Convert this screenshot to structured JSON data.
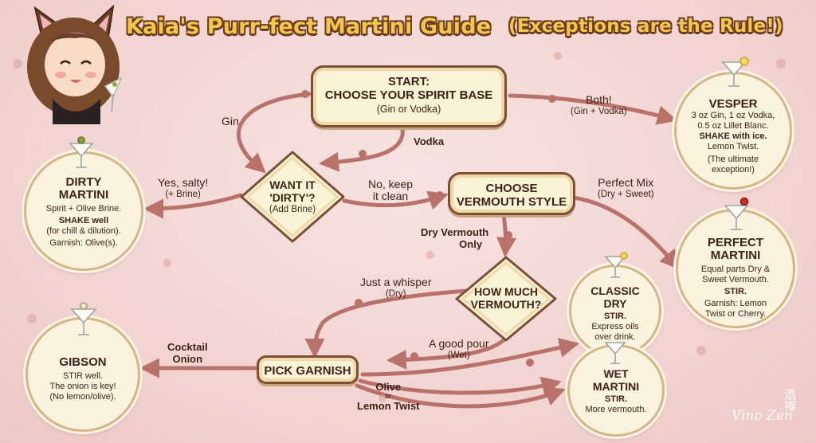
{
  "title": {
    "main": "Kaia's Purr-fect Martini Guide",
    "sub": "(Exceptions are the Rule!)"
  },
  "start": {
    "heading_line1": "START:",
    "heading_line2": "CHOOSE YOUR SPIRIT BASE",
    "note": "(Gin or Vodka)"
  },
  "edges": {
    "gin": "Gin",
    "vodka": "Vodka",
    "both": "Both!",
    "both_sub": "(Gin + Vodka)",
    "yes_salty": "Yes, salty!",
    "yes_salty_sub": "(+ Brine)",
    "no_keep_1": "No, keep",
    "no_keep_2": "it clean",
    "perfect_mix": "Perfect Mix",
    "perfect_mix_sub": "(Dry + Sweet)",
    "dry_vermouth_1": "Dry Vermouth",
    "dry_vermouth_2": "Only",
    "whisper": "Just a whisper",
    "whisper_sub": "(Dry)",
    "good_pour": "A good pour",
    "good_pour_sub": "(Wet)",
    "cocktail_onion_1": "Cocktail",
    "cocktail_onion_2": "Onion",
    "olive": "Olive",
    "or": "or",
    "lemon_twist": "Lemon Twist"
  },
  "diamond_dirty": {
    "line1": "WANT IT",
    "line2": "'DIRTY'?",
    "note": "(Add Brine)"
  },
  "vermouth_style": {
    "line1": "CHOOSE",
    "line2": "VERMOUTH STYLE"
  },
  "diamond_how_much": {
    "line1": "HOW MUCH",
    "line2": "VERMOUTH?"
  },
  "pick_garnish": {
    "label": "PICK GARNISH"
  },
  "vesper": {
    "title": "VESPER",
    "l1": "3 oz Gin, 1 oz Vodka,",
    "l2": "0.5 oz Lillet Blanc.",
    "l3": "SHAKE with ice.",
    "l4": "Lemon Twist.",
    "l5": "(The ultimate",
    "l6": "exception!)"
  },
  "dirty": {
    "title1": "DIRTY",
    "title2": "MARTINI",
    "l1": "Spirit + Olive Brine.",
    "l2": "SHAKE well",
    "l3": "(for chill & dilution).",
    "l4": "Garnish: Olive(s)."
  },
  "perfect": {
    "title1": "PERFECT",
    "title2": "MARTINI",
    "l1": "Equal parts Dry &",
    "l2": "Sweet Vermouth.",
    "l3": "STIR.",
    "l4": "Garnish: Lemon",
    "l5": "Twist or Cherry."
  },
  "classic": {
    "title1": "CLASSIC",
    "title2": "DRY",
    "l1": "STIR.",
    "l2": "Express oils",
    "l3": "over drink."
  },
  "wet": {
    "title1": "WET",
    "title2": "MARTINI",
    "l1": "STIR.",
    "l2": "More vermouth."
  },
  "gibson": {
    "title": "GIBSON",
    "l1": "STIR well.",
    "l2": "The onion is key!",
    "l3": "(No lemon/olive)."
  },
  "watermark": {
    "text": "Vino Zen",
    "cjk": "酒禪"
  },
  "colors": {
    "arrow": "#b8726a",
    "box_border": "#7c4f35",
    "box_fill": "#fbf3d8",
    "title_fill": "#f3c74a",
    "background": "#f1d2cf"
  }
}
